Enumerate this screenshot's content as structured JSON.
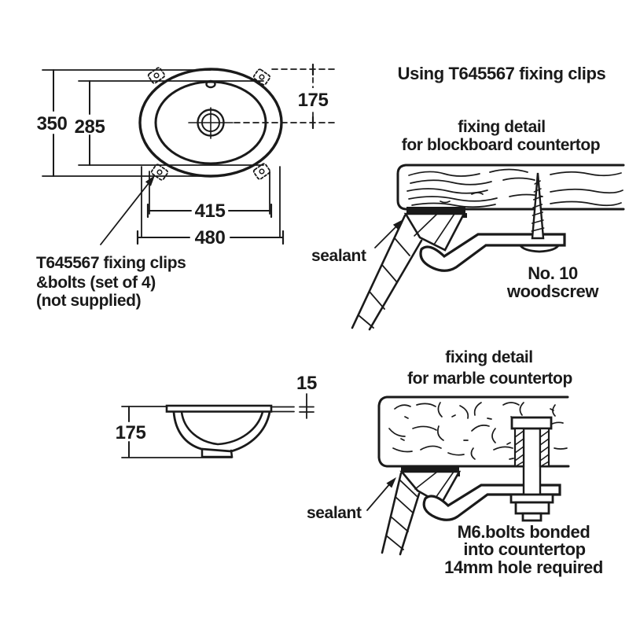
{
  "heading": "Using T645567 fixing clips",
  "plan_view": {
    "dim_overall_height": "350",
    "dim_clip_height": "285",
    "dim_center_offset": "175",
    "dim_clip_width": "415",
    "dim_overall_width": "480",
    "note_line1": "T645567 fixing clips",
    "note_line2": "&bolts (set of 4)",
    "note_line3": "(not supplied)"
  },
  "front_view": {
    "dim_depth": "175",
    "dim_rim_height": "15"
  },
  "blockboard_detail": {
    "title_line1": "fixing detail",
    "title_line2": "for blockboard countertop",
    "sealant_label": "sealant",
    "fastener_line1": "No. 10",
    "fastener_line2": "woodscrew"
  },
  "marble_detail": {
    "title_line1": "fixing detail",
    "title_line2": "for marble countertop",
    "sealant_label": "sealant",
    "fastener_line1": "M6.bolts bonded",
    "fastener_line2": "into countertop",
    "fastener_line3": "14mm hole required"
  },
  "colors": {
    "ink": "#1a1a1a",
    "background": "#ffffff"
  }
}
